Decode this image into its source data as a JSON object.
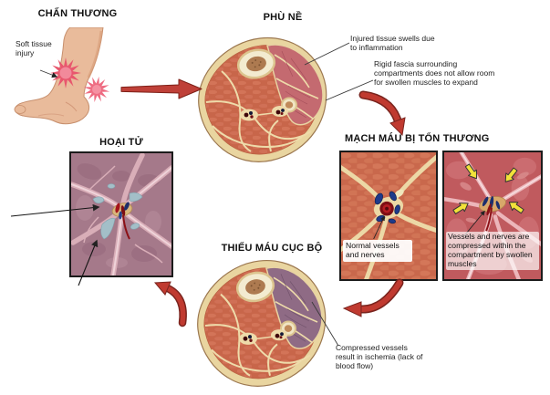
{
  "stages": {
    "trauma": {
      "title": "CHẤN THƯƠNG",
      "callout": "Soft tissue injury"
    },
    "edema": {
      "title": "PHÙ NỀ",
      "callout_swell": "Injured tissue swells due to inflammation",
      "callout_fascia": "Rigid fascia surrounding compartments does not allow room for swollen muscles to expand"
    },
    "vessels": {
      "title": "MẠCH MÁU BỊ TỔN THƯƠNG",
      "normal_label": "Normal vessels and nerves",
      "compressed_label": "Vessels and nerves are compressed within the compartment by swollen muscles"
    },
    "ischemia": {
      "title": "THIẾU MÁU CỤC BỘ",
      "callout": "Compressed vessels result in ischemia (lack of blood flow)"
    },
    "necrosis": {
      "title": "HOẠI TỬ"
    }
  },
  "colors": {
    "flow_arrow_red": "#c03a30",
    "flow_arrow_outline": "#7a241e",
    "fat_ring_cream": "#e9d5a0",
    "muscle_salmon": "#c8664a",
    "swollen_compartment_pink": "#c46a70",
    "ischemic_compartment_purple": "#8f6b85",
    "nerve_blue": "#1e3a8a",
    "vessel_dark_red": "#7e0e14",
    "yellow_compression_arrow": "#f2e23a",
    "skin": "#e9bb9b",
    "injury_starburst": "#e8576e",
    "necrosis_tissue_mauve": "#a5798a"
  }
}
